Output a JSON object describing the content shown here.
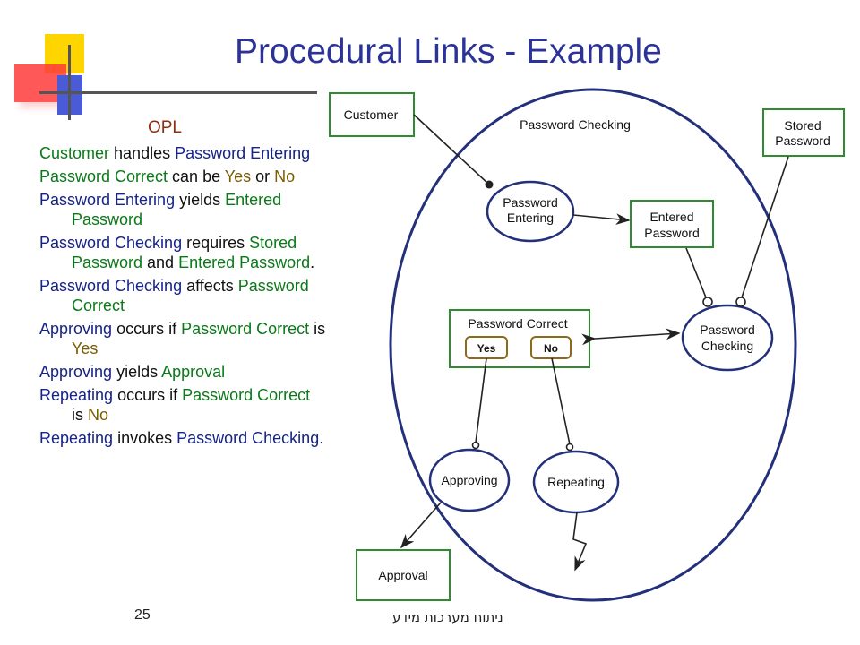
{
  "title": "Procedural Links - Example",
  "opl": {
    "heading": "OPL",
    "lines": [
      [
        {
          "t": "Customer",
          "c": "green"
        },
        {
          "t": " handles ",
          "c": "black"
        },
        {
          "t": "Password Entering",
          "c": "blue"
        }
      ],
      [
        {
          "t": "Password Correct",
          "c": "green"
        },
        {
          "t": " can be ",
          "c": "black"
        },
        {
          "t": "Yes",
          "c": "olive"
        },
        {
          "t": " or ",
          "c": "black"
        },
        {
          "t": "No",
          "c": "olive"
        }
      ],
      [
        {
          "t": "Password Entering",
          "c": "blue"
        },
        {
          "t": " yields ",
          "c": "black"
        },
        {
          "t": "Entered Password",
          "c": "green"
        }
      ],
      [
        {
          "t": "Password Checking",
          "c": "blue"
        },
        {
          "t": " requires ",
          "c": "black"
        },
        {
          "t": "Stored Password",
          "c": "green"
        },
        {
          "t": " and ",
          "c": "black"
        },
        {
          "t": "Entered Password",
          "c": "green"
        },
        {
          "t": ".",
          "c": "black"
        }
      ],
      [
        {
          "t": "Password Checking",
          "c": "blue"
        },
        {
          "t": " affects ",
          "c": "black"
        },
        {
          "t": "Password Correct",
          "c": "green"
        }
      ],
      [
        {
          "t": "Approving",
          "c": "blue"
        },
        {
          "t": " occurs if ",
          "c": "black"
        },
        {
          "t": "Password Correct",
          "c": "green"
        },
        {
          "t": " is ",
          "c": "black"
        },
        {
          "t": "Yes",
          "c": "olive"
        }
      ],
      [
        {
          "t": "Approving",
          "c": "blue"
        },
        {
          "t": " yields ",
          "c": "black"
        },
        {
          "t": "Approval",
          "c": "green"
        }
      ],
      [
        {
          "t": "Repeating",
          "c": "blue"
        },
        {
          "t": " occurs if ",
          "c": "black"
        },
        {
          "t": "Password Correct",
          "c": "green"
        },
        {
          "t": " is ",
          "c": "black"
        },
        {
          "t": "No",
          "c": "olive"
        }
      ],
      [
        {
          "t": "Repeating",
          "c": "blue"
        },
        {
          "t": " invokes ",
          "c": "black"
        },
        {
          "t": "Password Checking.",
          "c": "blue"
        }
      ]
    ]
  },
  "diagram": {
    "zoom_process": "Password Checking",
    "customer": "Customer",
    "stored_password": "Stored Password",
    "password_entering": "Password Entering",
    "entered_password": "Entered Password",
    "password_correct": "Password Correct",
    "state_yes": "Yes",
    "state_no": "No",
    "password_checking": "Password Checking",
    "approving": "Approving",
    "repeating": "Repeating",
    "approval": "Approval"
  },
  "colors": {
    "title": "#2b3399",
    "object_border": "#2e8b2e",
    "process_border": "#23307a",
    "state_border": "#8b6a1a"
  },
  "slide_number": "25",
  "footer": "ניתוח מערכות מידע"
}
